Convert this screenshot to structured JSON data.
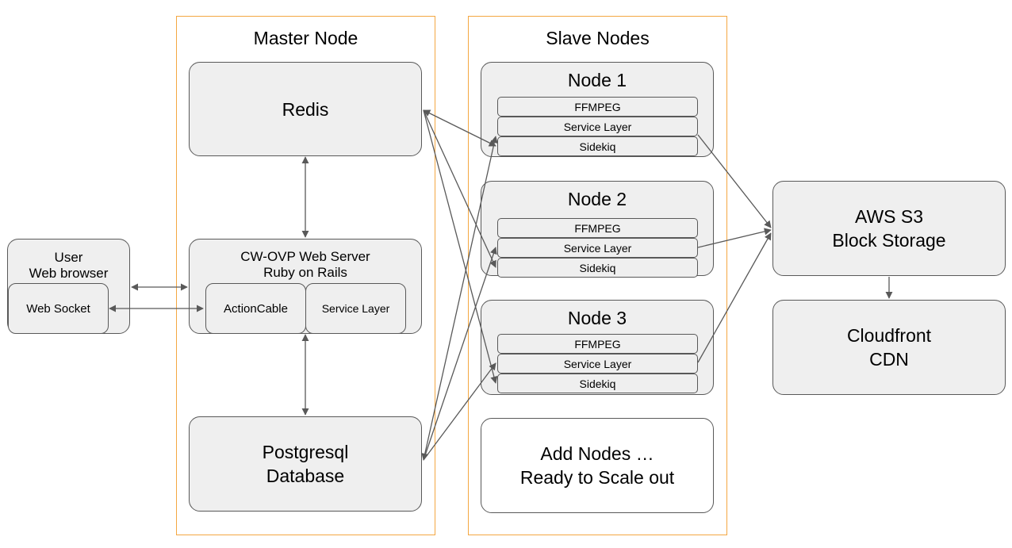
{
  "master": {
    "title": "Master Node",
    "redis": "Redis",
    "web_server": {
      "line1": "CW-OVP Web Server",
      "line2": "Ruby on Rails",
      "action_cable": "ActionCable",
      "service_layer": "Service Layer"
    },
    "postgres": {
      "line1": "Postgresql",
      "line2": "Database"
    }
  },
  "slave": {
    "title": "Slave Nodes",
    "nodes": [
      {
        "name": "Node 1",
        "ffmpeg": "FFMPEG",
        "service": "Service Layer",
        "sidekiq": "Sidekiq"
      },
      {
        "name": "Node 2",
        "ffmpeg": "FFMPEG",
        "service": "Service Layer",
        "sidekiq": "Sidekiq"
      },
      {
        "name": "Node 3",
        "ffmpeg": "FFMPEG",
        "service": "Service Layer",
        "sidekiq": "Sidekiq"
      }
    ],
    "add_nodes": {
      "line1": "Add Nodes …",
      "line2": "Ready to Scale out"
    }
  },
  "user": {
    "line1": "User",
    "line2": "Web browser",
    "socket": "Web Socket"
  },
  "s3": {
    "line1": "AWS S3",
    "line2": "Block Storage"
  },
  "cdn": {
    "line1": "Cloudfront",
    "line2": "CDN"
  },
  "colors": {
    "group_border": "#f4a742",
    "box_fill": "#efefef",
    "stroke": "#595959"
  }
}
